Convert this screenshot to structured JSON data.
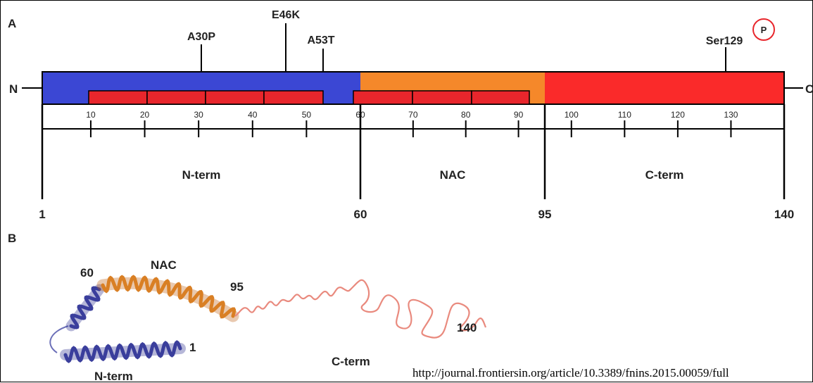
{
  "panels": {
    "a": "A",
    "b": "B"
  },
  "termini": {
    "n": "N",
    "c": "C"
  },
  "mutations": [
    "A30P",
    "E46K",
    "A53T"
  ],
  "phospho": {
    "site": "Ser129",
    "symbol": "P"
  },
  "ticks": [
    "10",
    "20",
    "30",
    "40",
    "50",
    "60",
    "70",
    "80",
    "90",
    "100",
    "110",
    "120",
    "130"
  ],
  "domains": {
    "nterm": "N-term",
    "nac": "NAC",
    "cterm": "C-term"
  },
  "boundaries": [
    "1",
    "60",
    "95",
    "140"
  ],
  "structure": {
    "label_60": "60",
    "label_nac": "NAC",
    "label_95": "95",
    "label_140": "140",
    "label_1": "1",
    "label_nterm": "N-term",
    "label_cterm": "C-term"
  },
  "source_url": "http://journal.frontiersin.org/article/10.3389/fnins.2015.00059/full",
  "colors": {
    "nterm": "#3b47d4",
    "nac": "#f5882a",
    "cterm": "#fa2a2a",
    "repeat": "#e8262c",
    "helix_n": "#3a3e9c",
    "helix_nac": "#d97f24",
    "coil_c": "#e98a7e"
  }
}
